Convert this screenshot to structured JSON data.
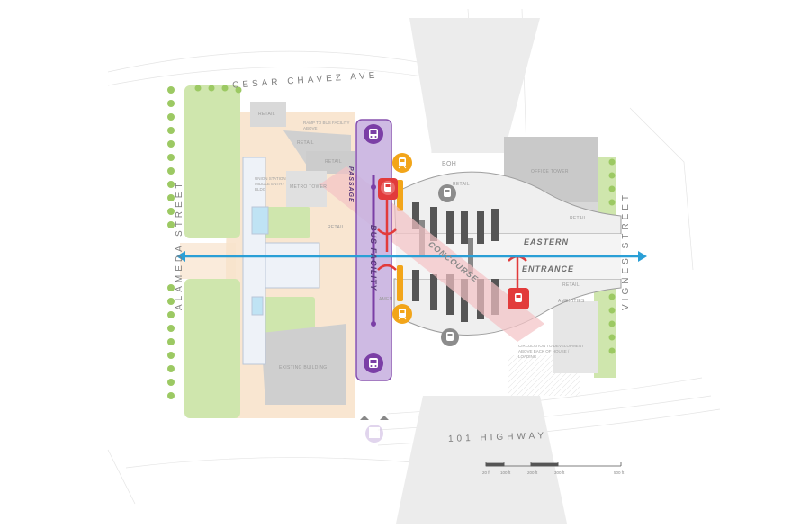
{
  "streets": {
    "north": "CESAR CHAVEZ AVE",
    "west": "ALAMEDA STREET",
    "east": "VIGNES STREET",
    "south": "101 HIGHWAY"
  },
  "labels": {
    "retail_nw": "RETAIL",
    "ramp": "RAMP TO BUS FACILITY ABOVE",
    "retail_2": "RETAIL",
    "retail_3": "RETAIL",
    "boh": "BOH",
    "retail_center": "RETAIL",
    "retail_east": "RETAIL",
    "retail_se": "RETAIL",
    "retail_w": "RETAIL",
    "amenities": "AMENITIES",
    "amen_small": "AMEN",
    "union_station": "UNION STATION MIDDLE ENTRY BLDG",
    "office_tower": "OFFICE TOWER",
    "mta_tower": "METRO TOWER",
    "eastern": "EASTERN",
    "entrance": "ENTRANCE",
    "concourse": "CONCOURSE",
    "passage": "PASSAGE",
    "bus_facility": "BUS FACILITY",
    "circulation": "CIRCULATION TO DEVELOPMENT ABOVE BACK OF HOUSE / LOADING",
    "existing_bldg": "EXISTING BUILDING"
  },
  "scale": {
    "ticks": [
      "20 ft",
      "100 ft",
      "200 ft",
      "300 ft",
      "500 ft"
    ]
  },
  "colors": {
    "bus": "#7b3fa6",
    "bus_fill": "#c9b3e0",
    "rail": "#e23b3b",
    "light_rail": "#f2a51a",
    "axis": "#2a9fd6",
    "tracks": "#6b6b6b",
    "green": "#a8cf6e",
    "plaza": "#f6d9b8"
  },
  "icons": [
    "bus-icon",
    "train-icon",
    "light-rail-icon",
    "rail-icon"
  ]
}
